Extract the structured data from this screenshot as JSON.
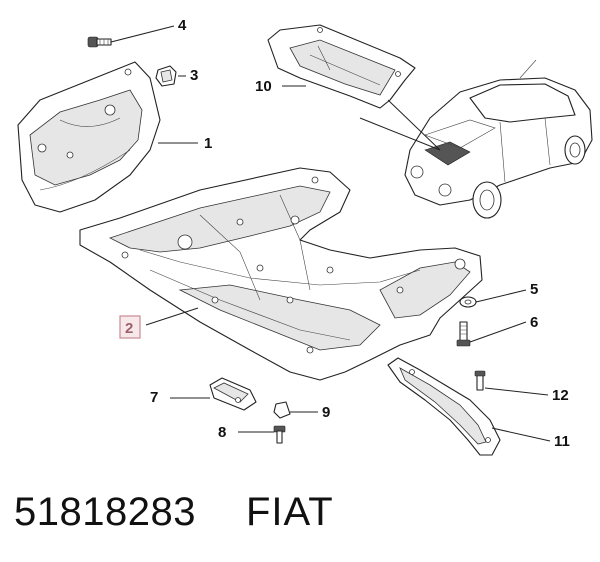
{
  "callouts": {
    "c1": "1",
    "c2": "2",
    "c3": "3",
    "c4": "4",
    "c5": "5",
    "c6": "6",
    "c7": "7",
    "c8": "8",
    "c9": "9",
    "c10": "10",
    "c11": "11",
    "c12": "12"
  },
  "footer": {
    "part_number": "51818283",
    "brand": "FIAT"
  },
  "colors": {
    "highlight_border": "#c98a95",
    "highlight_fill": "#f7e8ea",
    "line": "#222222"
  }
}
